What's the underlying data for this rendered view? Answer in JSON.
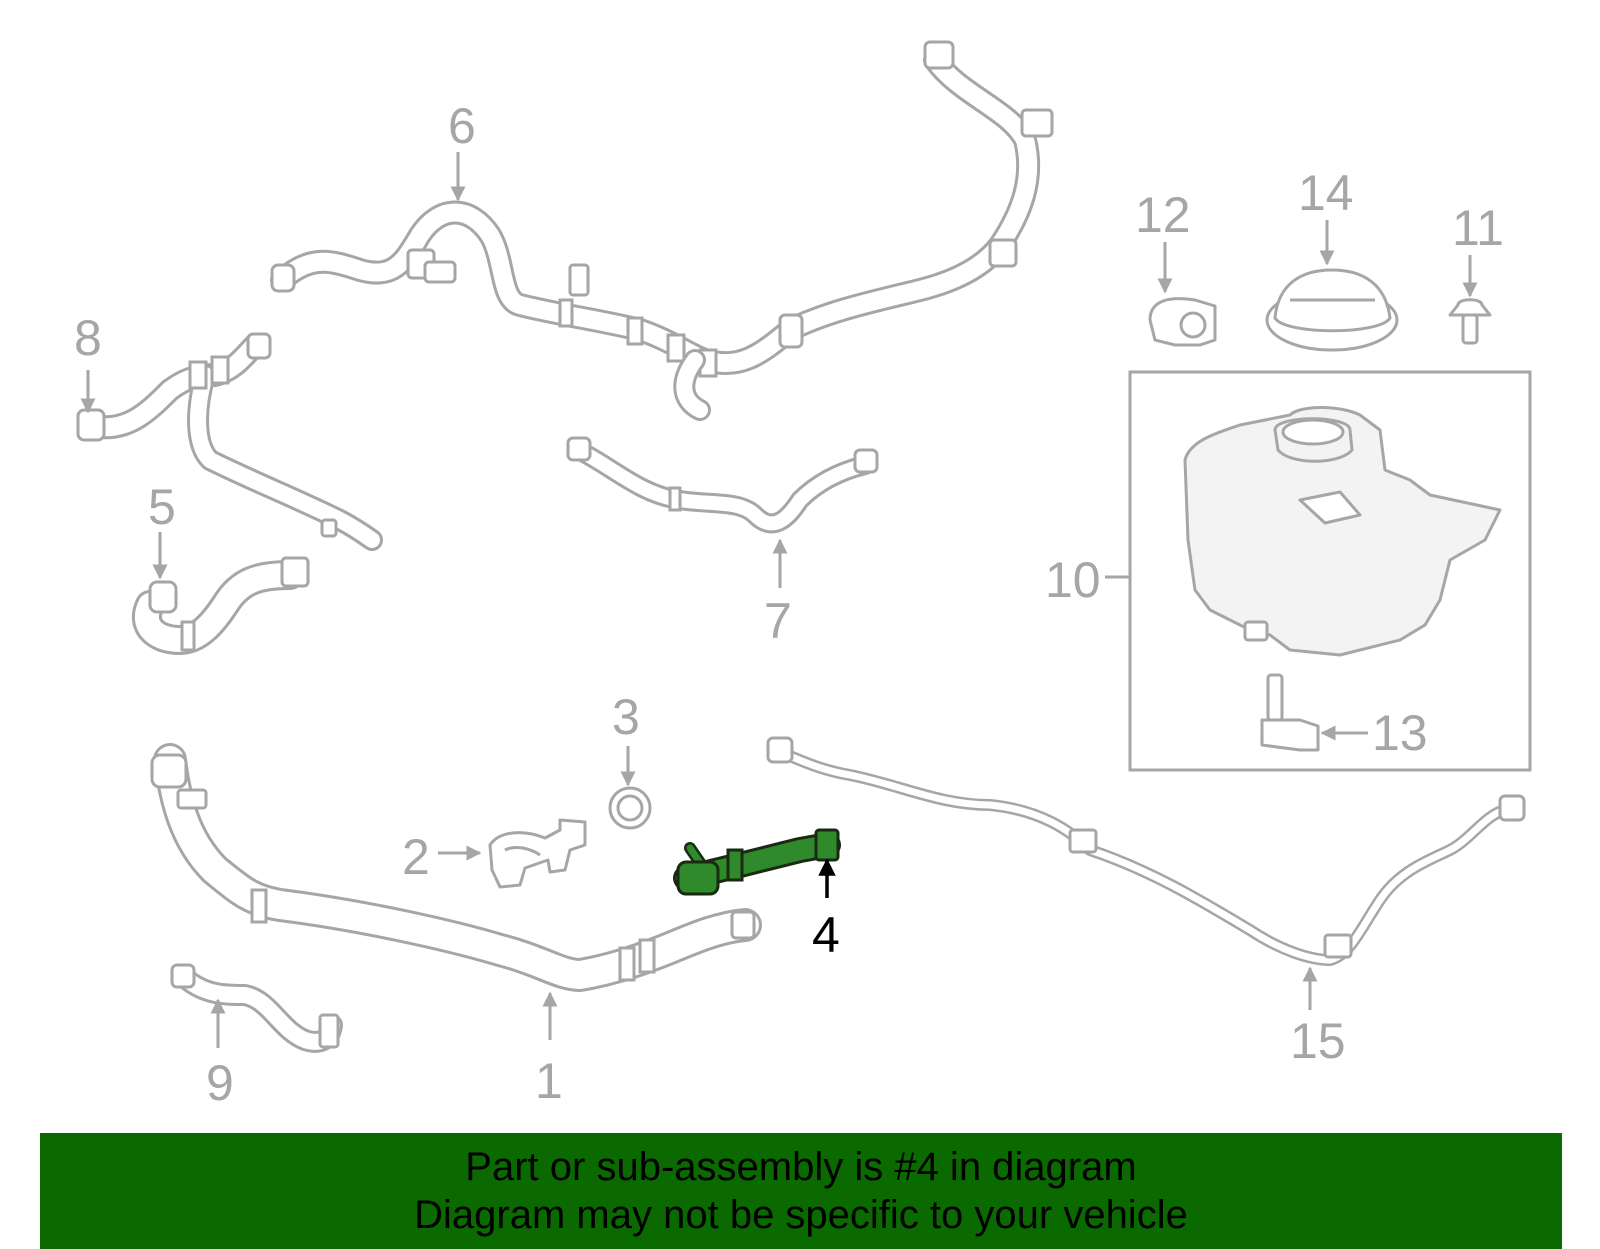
{
  "callouts": {
    "c1": "1",
    "c2": "2",
    "c3": "3",
    "c4": "4",
    "c5": "5",
    "c6": "6",
    "c7": "7",
    "c8": "8",
    "c9": "9",
    "c10": "10",
    "c11": "11",
    "c12": "12",
    "c13": "13",
    "c14": "14",
    "c15": "15"
  },
  "highlighted_part": "4",
  "colors": {
    "highlight": "#2f8a2b",
    "banner": "#0a6a00",
    "line_art": "#a6a6a6"
  },
  "banner": {
    "line1": "Part or sub-assembly is #4 in diagram",
    "line2": "Diagram may not be specific to your vehicle"
  }
}
